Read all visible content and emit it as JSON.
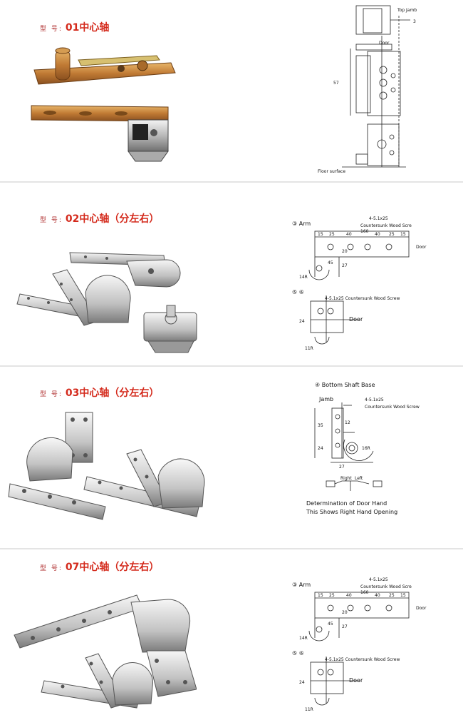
{
  "sections": [
    {
      "prefix": "型 号:",
      "model": "01中心轴",
      "drawing_labels": {
        "top_jamb": "Top Jamb",
        "three": "3",
        "door": "Door",
        "fifty_seven": "57",
        "floor_surface": "Floor surface"
      }
    },
    {
      "prefix": "型 号:",
      "model": "02中心轴（分左右）",
      "drawing_labels": {
        "arm": "③ Arm",
        "screw_spec": "4-5.1x25",
        "screw_type": "Countersunk Wood Scre",
        "door": "Door",
        "dims": [
          "15",
          "25",
          "40",
          "160",
          "40",
          "25",
          "15"
        ],
        "d_45": "45",
        "d_14r": "14R",
        "d_27": "27",
        "d_20": "20",
        "marker2": "⑤ ⑥",
        "screw2": "4-5.1x25  Countersunk Wood Screw",
        "door2": "Door",
        "d_24": "24",
        "d_11r": "11R"
      }
    },
    {
      "prefix": "型 号:",
      "model": "03中心轴（分左右）",
      "drawing_labels": {
        "title": "④ Bottom Shaft Base",
        "jamb": "Jamb",
        "screw_spec": "4-5.1x25",
        "screw_type": "Countersunk Wood Screw",
        "d_35": "35",
        "d_24": "24",
        "d_12": "12",
        "d_16r": "16R",
        "d_27": "27",
        "right": "Right",
        "left": "Left",
        "caption1": "Determination of Door Hand",
        "caption2": "This Shows Right Hand Opening"
      }
    },
    {
      "prefix": "型 号:",
      "model": "07中心轴（分左右）",
      "drawing_labels": {
        "arm": "③ Arm",
        "screw_spec": "4-5.1x25",
        "screw_type": "Countersunk Wood Scre",
        "door": "Door",
        "dims": [
          "15",
          "25",
          "40",
          "160",
          "40",
          "25",
          "15"
        ],
        "d_45": "45",
        "d_14r": "14R",
        "d_27": "27",
        "d_20": "20",
        "marker2": "⑤ ⑥",
        "screw2": "4-5.1x25  Countersunk Wood Screw",
        "door2": "Door",
        "d_24": "24",
        "d_11r": "11R"
      }
    }
  ]
}
